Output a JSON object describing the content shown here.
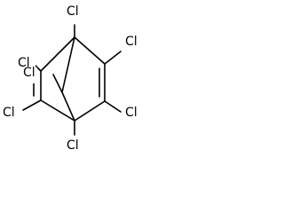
{
  "molecule": {
    "atom_labels": {
      "cl_top": "Cl",
      "cl_upper_right": "Cl",
      "cl_bridge_left": "Cl",
      "cl_bridge_right": "Cl",
      "cl_left": "Cl",
      "cl_lower_right": "Cl",
      "cl_bottom": "Cl"
    }
  }
}
